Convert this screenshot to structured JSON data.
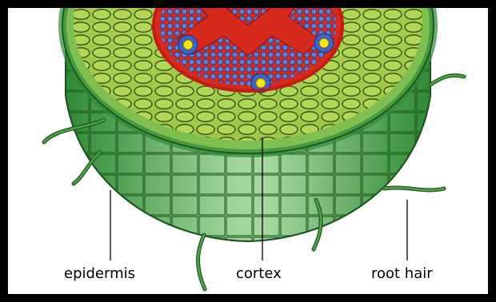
{
  "labels": {
    "epidermis": "epidermis",
    "cortex": "cortex",
    "root_hair": "root hair"
  },
  "colors": {
    "frame": "#000000",
    "epidermis_green": "#3e9a3e",
    "epidermis_light": "#9fd39a",
    "cortex_yellow_green": "#a9d04a",
    "outer_cortex_green": "#6fb84a",
    "endodermis_blue": "#3f64c8",
    "pericycle_red": "#d62a1f",
    "xylem_yellow": "#f2e61b"
  }
}
